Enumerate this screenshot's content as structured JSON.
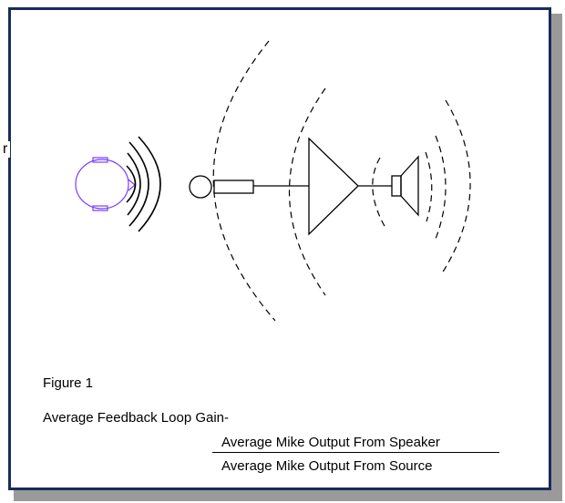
{
  "stray_letter": "r",
  "figure": {
    "label": "Figure 1",
    "loop_gain_label": "Average Feedback Loop Gain-",
    "numerator": "Average Mike Output From Speaker",
    "denominator": "Average Mike Output From Source"
  },
  "colors": {
    "frame_border": "#1b2a5c",
    "shadow": "#9a9a9a",
    "head_outline": "#7a3cff",
    "line": "#000000"
  },
  "icons": {
    "head": "talker-head-icon",
    "microphone": "microphone-icon",
    "amplifier": "amplifier-triangle-icon",
    "speaker": "loudspeaker-icon"
  }
}
